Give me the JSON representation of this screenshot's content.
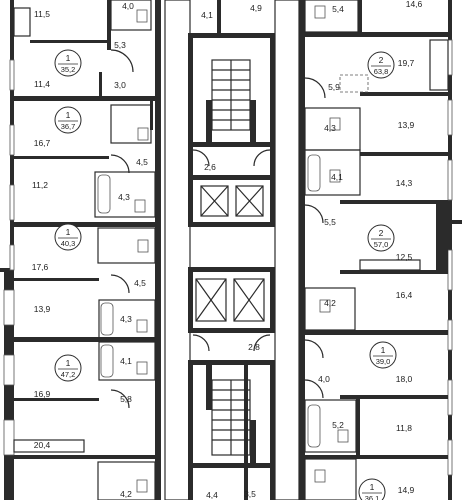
{
  "plan": {
    "colors": {
      "wall": "#2b2b2b",
      "line": "#555555",
      "text": "#222222",
      "background": "#ffffff"
    },
    "room_areas": [
      {
        "id": "l1",
        "text": "11,5"
      },
      {
        "id": "l2",
        "text": "4,0"
      },
      {
        "id": "l3",
        "text": "5,3"
      },
      {
        "id": "l4",
        "text": "11,4"
      },
      {
        "id": "l5",
        "text": "3,0"
      },
      {
        "id": "l6",
        "text": "16,7"
      },
      {
        "id": "l7",
        "text": "4,5"
      },
      {
        "id": "l8",
        "text": "11,2"
      },
      {
        "id": "l9",
        "text": "4,3"
      },
      {
        "id": "l10",
        "text": "17,6"
      },
      {
        "id": "l11",
        "text": "4,5"
      },
      {
        "id": "l12",
        "text": "13,9"
      },
      {
        "id": "l13",
        "text": "4,3"
      },
      {
        "id": "l14",
        "text": "16,9"
      },
      {
        "id": "l15",
        "text": "4,1"
      },
      {
        "id": "l16",
        "text": "5,8"
      },
      {
        "id": "l17",
        "text": "20,4"
      },
      {
        "id": "l18",
        "text": "4,2"
      },
      {
        "id": "c1",
        "text": "4,1"
      },
      {
        "id": "c2",
        "text": "4,9"
      },
      {
        "id": "c3",
        "text": "2,6"
      },
      {
        "id": "c4",
        "text": "2,8"
      },
      {
        "id": "c5",
        "text": "4,4"
      },
      {
        "id": "c6",
        "text": "3,5"
      },
      {
        "id": "r1",
        "text": "5,4"
      },
      {
        "id": "r2",
        "text": "14,6"
      },
      {
        "id": "r3",
        "text": "19,7"
      },
      {
        "id": "r4",
        "text": "5,9"
      },
      {
        "id": "r5",
        "text": "4,3"
      },
      {
        "id": "r6",
        "text": "13,9"
      },
      {
        "id": "r7",
        "text": "4,1"
      },
      {
        "id": "r8",
        "text": "14,3"
      },
      {
        "id": "r9",
        "text": "5,5"
      },
      {
        "id": "r10",
        "text": "12,5"
      },
      {
        "id": "r11",
        "text": "4,2"
      },
      {
        "id": "r12",
        "text": "16,4"
      },
      {
        "id": "r13",
        "text": "4,0"
      },
      {
        "id": "r14",
        "text": "18,0"
      },
      {
        "id": "r15",
        "text": "5,2"
      },
      {
        "id": "r16",
        "text": "11,8"
      },
      {
        "id": "r17",
        "text": "14,9"
      }
    ],
    "apartments": [
      {
        "id": "a1",
        "rooms": "1",
        "area": "35,2"
      },
      {
        "id": "a2",
        "rooms": "1",
        "area": "36,7"
      },
      {
        "id": "a3",
        "rooms": "1",
        "area": "40,3"
      },
      {
        "id": "a4",
        "rooms": "1",
        "area": "47,2"
      },
      {
        "id": "a5",
        "rooms": "2",
        "area": "63,8"
      },
      {
        "id": "a6",
        "rooms": "2",
        "area": "57,0"
      },
      {
        "id": "a7",
        "rooms": "1",
        "area": "39,0"
      },
      {
        "id": "a8",
        "rooms": "1",
        "area": "36,1"
      }
    ]
  }
}
